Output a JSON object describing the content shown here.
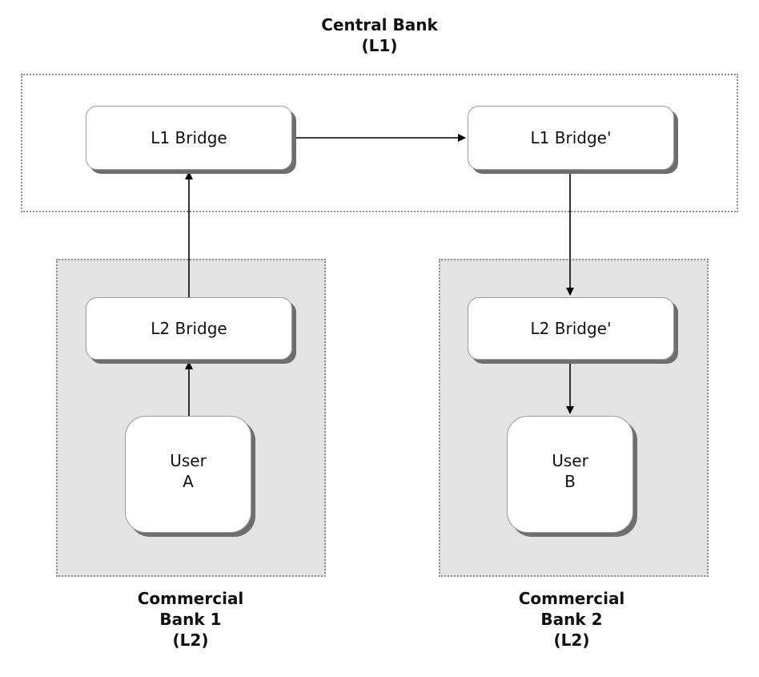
{
  "regions": {
    "central": {
      "line1": "Central Bank",
      "line2": "(L1)"
    },
    "bank1": {
      "line1": "Commercial",
      "line2": "Bank 1",
      "line3": "(L2)"
    },
    "bank2": {
      "line1": "Commercial",
      "line2": "Bank 2",
      "line3": "(L2)"
    }
  },
  "nodes": {
    "l1_bridge": "L1 Bridge",
    "l1_bridge_prime": "L1 Bridge'",
    "l2_bridge": "L2 Bridge",
    "l2_bridge_prime": "L2 Bridge'",
    "user_a": {
      "line1": "User",
      "line2": "A"
    },
    "user_b": {
      "line1": "User",
      "line2": "B"
    }
  },
  "colors": {
    "l2_region_fill": "#e3e3e3",
    "border_dotted": "#8c8c8c",
    "node_shadow": "#6e6e6e",
    "arrow": "#000000"
  }
}
